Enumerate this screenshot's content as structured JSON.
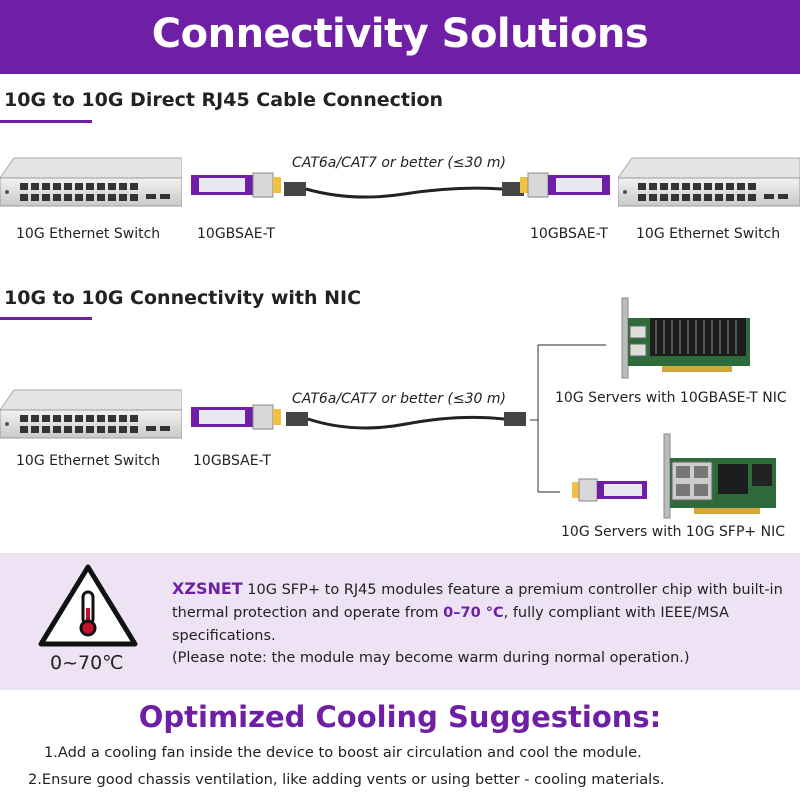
{
  "header": {
    "title": "Connectivity Solutions"
  },
  "section1": {
    "title": "10G to 10G Direct RJ45 Cable Connection",
    "left_device": "10G Ethernet Switch",
    "left_module": "10GBSAE-T",
    "cable": "CAT6a/CAT7 or better (≤30 m)",
    "right_module": "10GBSAE-T",
    "right_device": "10G Ethernet Switch"
  },
  "section2": {
    "title": "10G to 10G Connectivity with NIC",
    "left_device": "10G Ethernet Switch",
    "left_module": "10GBSAE-T",
    "cable": "CAT6a/CAT7 or better (≤30 m)",
    "nic1": "10G Servers with 10GBASE-T NIC",
    "nic2": "10G Servers with 10G SFP+ NIC"
  },
  "info": {
    "temp_label": "0~70℃",
    "brand": "XZSNET",
    "text_a": " 10G SFP+ to RJ45 modules feature a premium controller chip with built-in thermal protection and operate from ",
    "temp_range": "0–70 °C",
    "text_b": ", fully compliant with IEEE/MSA specifications.",
    "note": "(Please note: the module may become warm during normal operation.)"
  },
  "cooling": {
    "title": "Optimized Cooling Suggestions:",
    "items": [
      "1.Add a cooling fan inside the device to boost air circulation and cool the module.",
      "2.Ensure good chassis ventilation, like adding vents or using better - cooling materials."
    ]
  },
  "colors": {
    "accent": "#6f1fa5",
    "info_bg": "#eee3f5",
    "warning_red": "#c8102e"
  }
}
